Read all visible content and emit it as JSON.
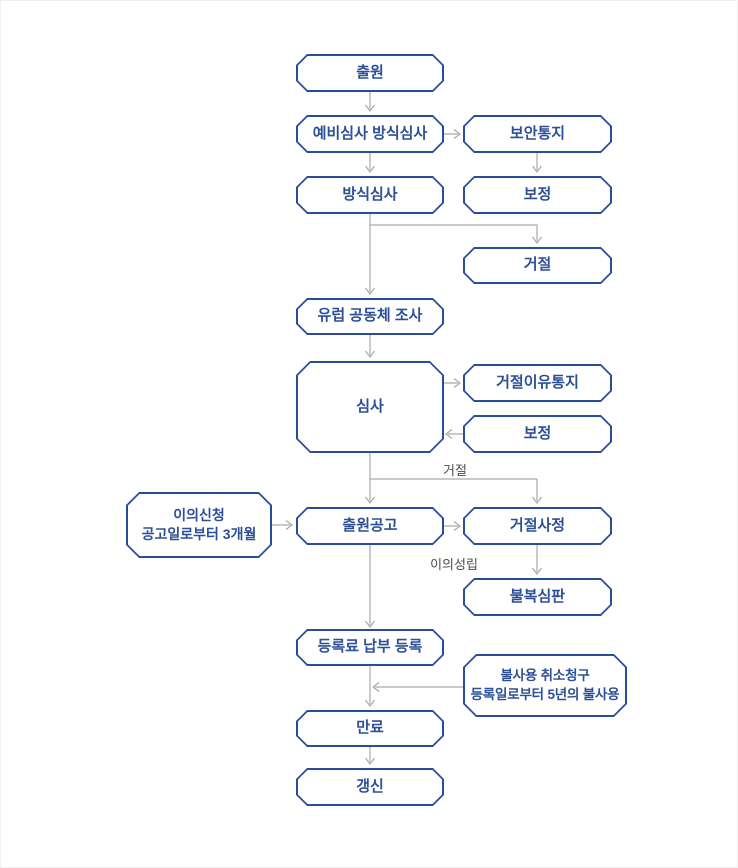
{
  "diagram": {
    "type": "flowchart",
    "language": "ko",
    "colors": {
      "background": "#ffffff",
      "node_border": "#2b4c9c",
      "node_text": "#2d4f97",
      "connector": "#a9a9a9",
      "edge_label_text": "#4d4d4d"
    },
    "nodes": {
      "application": {
        "label": "출원"
      },
      "preliminary_examination": {
        "label": "예비심사 방식심사"
      },
      "security_notice": {
        "label": "보안통지"
      },
      "formality_examination": {
        "label": "방식심사"
      },
      "amendment_1": {
        "label": "보정"
      },
      "rejection": {
        "label": "거절"
      },
      "eu_community_search": {
        "label": "유럽 공동체 조사"
      },
      "examination": {
        "label": "심사"
      },
      "rejection_reason_notice": {
        "label": "거절이유통지"
      },
      "amendment_2": {
        "label": "보정"
      },
      "opposition": {
        "line1": "이의신청",
        "line2": "공고일로부터 3개월"
      },
      "publication": {
        "label": "출원공고"
      },
      "rejection_decision": {
        "label": "거절사정"
      },
      "appeal_trial": {
        "label": "불복심판"
      },
      "registration": {
        "label": "등록료 납부 등록"
      },
      "nonuse_cancellation": {
        "line1": "불사용 취소청구",
        "line2": "등록일로부터 5년의 불사용"
      },
      "expiration": {
        "label": "만료"
      },
      "renewal": {
        "label": "갱신"
      }
    },
    "edge_labels": {
      "rejection": "거절",
      "opposition_established": "이의성립"
    }
  }
}
